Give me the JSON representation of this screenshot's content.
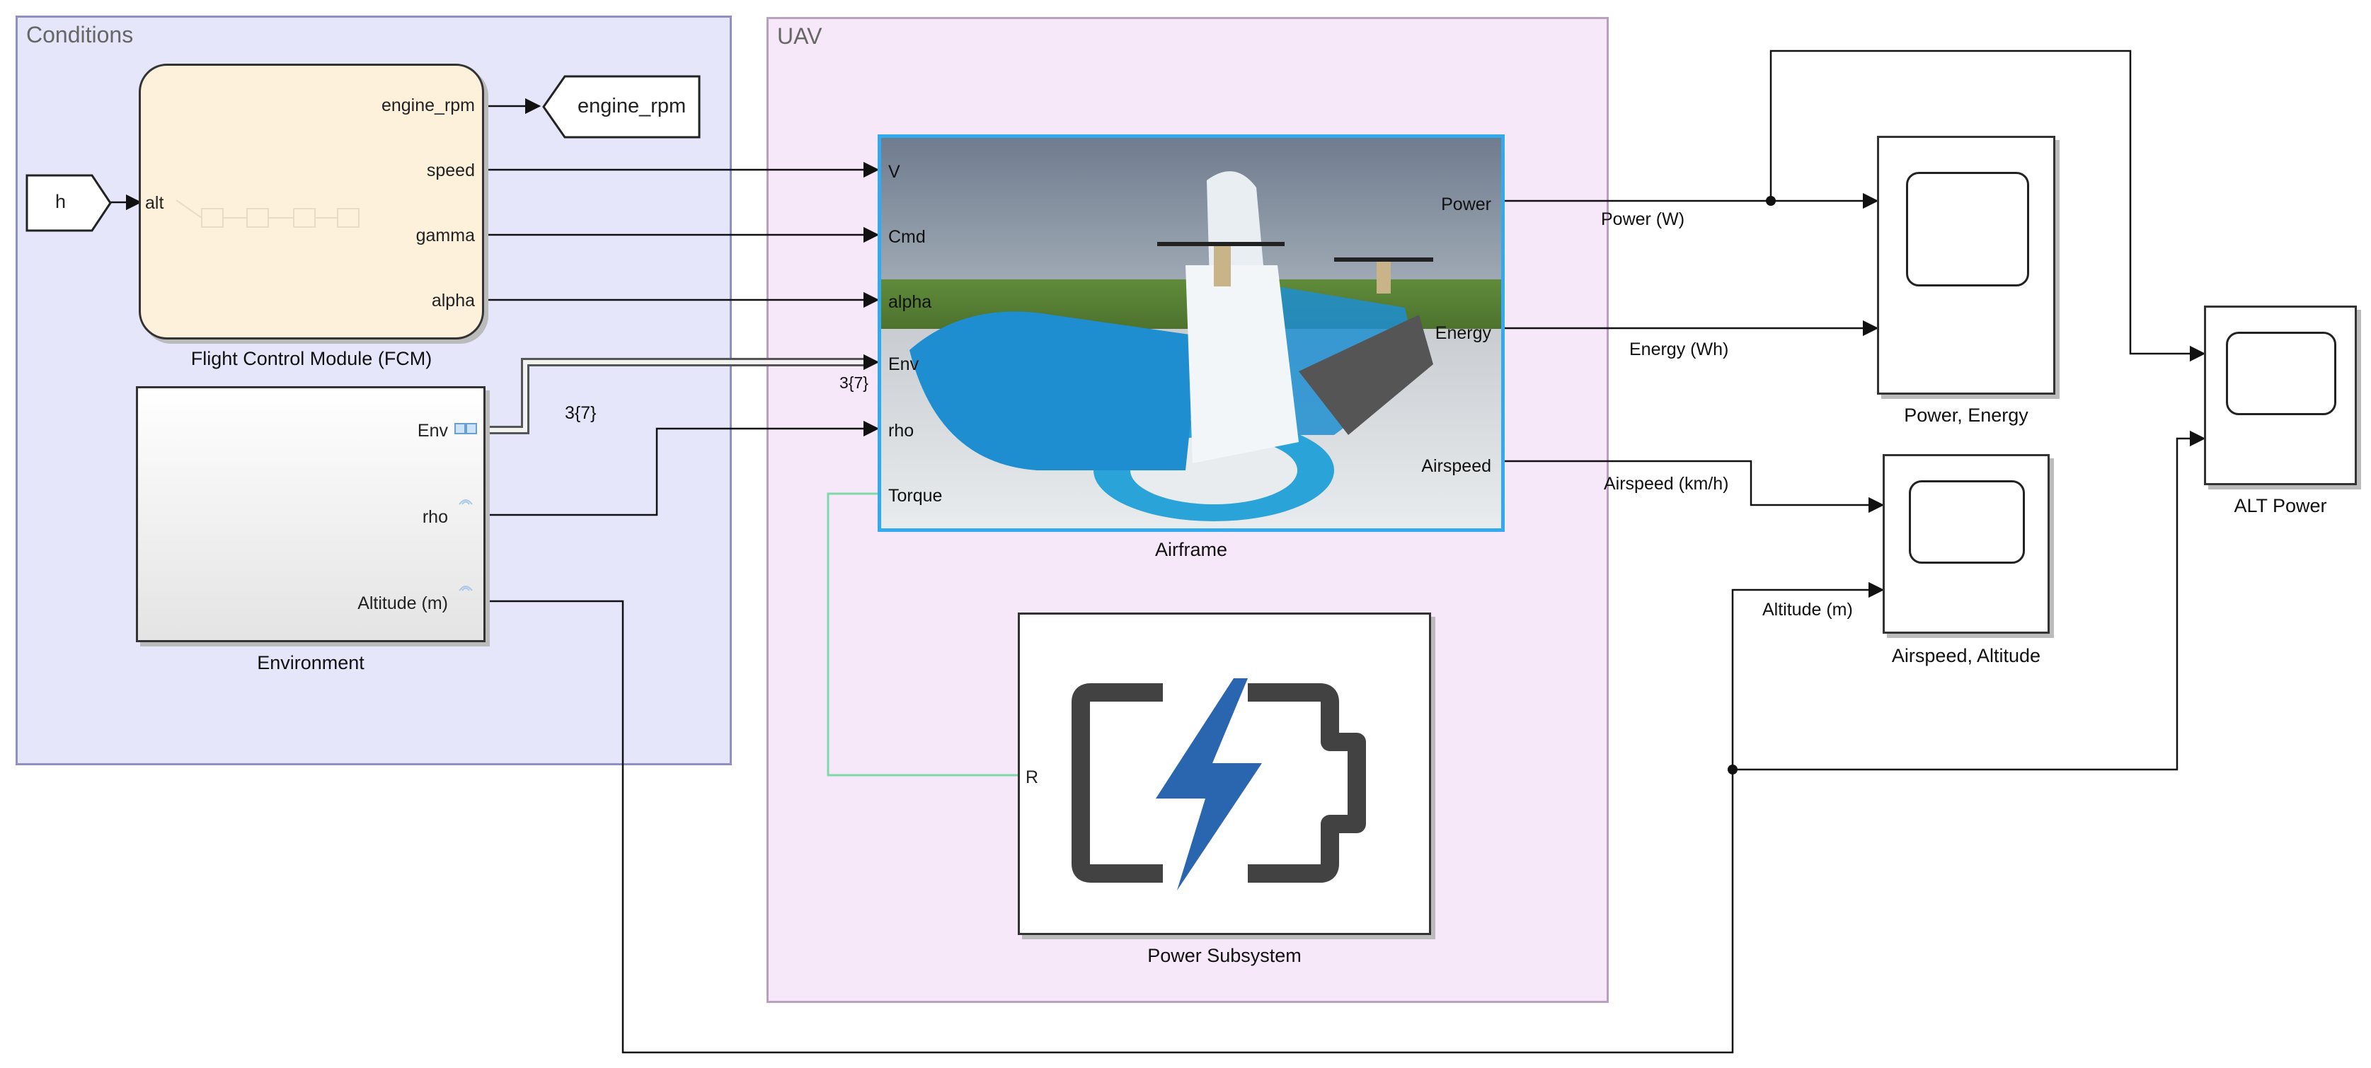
{
  "areas": {
    "conditions": "Conditions",
    "uav": "UAV"
  },
  "blocks": {
    "from_h": "h",
    "goto_engine_rpm": "engine_rpm",
    "fcm": {
      "caption": "Flight Control Module (FCM)",
      "in_alt": "alt",
      "out_engine_rpm": "engine_rpm",
      "out_speed": "speed",
      "out_gamma": "gamma",
      "out_alpha": "alpha"
    },
    "environment": {
      "caption": "Environment",
      "out_env": "Env",
      "out_rho": "rho",
      "out_altitude": "Altitude (m)"
    },
    "airframe": {
      "caption": "Airframe",
      "in_v": "V",
      "in_cmd": "Cmd",
      "in_alpha": "alpha",
      "in_env": "Env",
      "in_rho": "rho",
      "port_torque": "Torque",
      "out_power": "Power",
      "out_energy": "Energy",
      "out_airspeed": "Airspeed"
    },
    "power_subsystem": {
      "caption": "Power Subsystem",
      "port_r": "R"
    },
    "scope_power_energy": "Power, Energy",
    "scope_airspeed_altitude": "Airspeed, Altitude",
    "scope_alt_power": "ALT Power"
  },
  "signals": {
    "bus_dim_left": "3{7}",
    "bus_dim_right": "3{7}",
    "power_w": "Power (W)",
    "energy_wh": "Energy (Wh)",
    "airspeed_kmh": "Airspeed (km/h)",
    "altitude_m": "Altitude (m)"
  },
  "colors": {
    "conditions_fill": "#e6e6fa",
    "conditions_border": "#8f8fc4",
    "uav_fill": "#f6e8f8",
    "uav_border": "#b9a0bf",
    "fcm_fill": "#fdf1dc",
    "physical_line": "#7fd8a8",
    "airframe_highlight": "#33aaee",
    "battery_gray": "#424242",
    "battery_bolt": "#2a66b0"
  }
}
